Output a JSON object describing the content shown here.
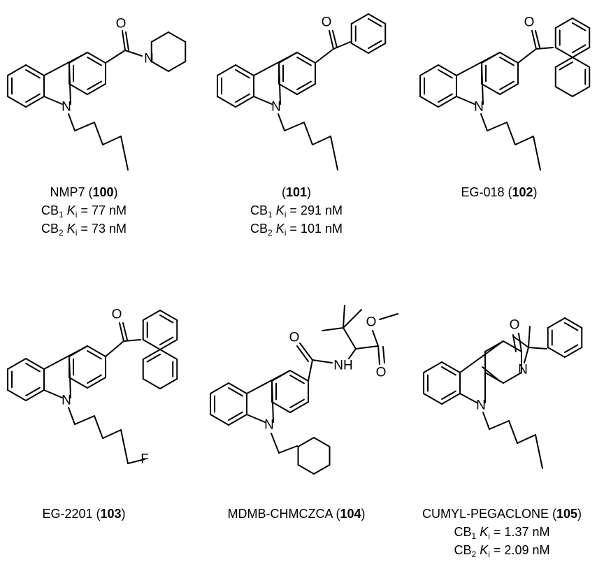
{
  "compounds": [
    {
      "id": "100",
      "name": "NMP7",
      "cb1": {
        "receptor": "CB",
        "sub": "1",
        "k": "K",
        "ki_sub": "i",
        "value": "= 77 nM"
      },
      "cb2": {
        "receptor": "CB",
        "sub": "2",
        "k": "K",
        "ki_sub": "i",
        "value": "= 73 nM"
      }
    },
    {
      "id": "101",
      "name": "",
      "cb1": {
        "receptor": "CB",
        "sub": "1",
        "k": "K",
        "ki_sub": "i",
        "value": "= 291 nM"
      },
      "cb2": {
        "receptor": "CB",
        "sub": "2",
        "k": "K",
        "ki_sub": "i",
        "value": "= 101 nM"
      }
    },
    {
      "id": "102",
      "name": "EG-018"
    },
    {
      "id": "103",
      "name": "EG-2201"
    },
    {
      "id": "104",
      "name": "MDMB-CHMCZCA"
    },
    {
      "id": "105",
      "name": "CUMYL-PEGACLONE",
      "cb1": {
        "receptor": "CB",
        "sub": "1",
        "k": "K",
        "ki_sub": "i",
        "value": "= 1.37 nM"
      },
      "cb2": {
        "receptor": "CB",
        "sub": "2",
        "k": "K",
        "ki_sub": "i",
        "value": "= 2.09 nM"
      }
    }
  ],
  "atom_labels": {
    "N": "N",
    "O": "O",
    "F": "F",
    "NH": "NH"
  }
}
